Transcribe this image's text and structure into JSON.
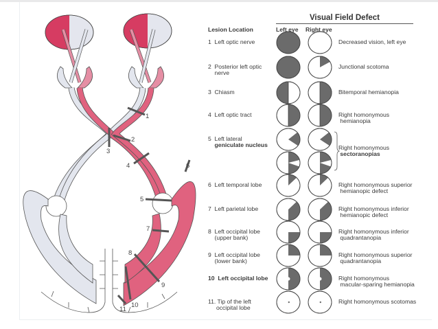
{
  "header": {
    "title": "Visual Field Defect",
    "lesion_location": "Lesion Location",
    "left_eye": "Left eye",
    "right_eye": "Right eye"
  },
  "colors": {
    "affected_pathway": "#e0627f",
    "eye_nasal": "#d63c62",
    "unaffected_pathway": "#e3e6ee",
    "defect_fill": "#6b6b6b"
  },
  "diagram_labels": [
    "1",
    "2",
    "3",
    "4",
    "5",
    "6",
    "7",
    "8",
    "9",
    "10",
    "11"
  ],
  "rows": [
    {
      "location": [
        "1  Left optic nerve"
      ],
      "left_defect": "full",
      "right_defect": "none",
      "description": [
        "Decreased vision, left eye"
      ]
    },
    {
      "location": [
        "2  Posterior left optic",
        "    nerve"
      ],
      "left_defect": "full",
      "right_defect": "junctional-wedge",
      "description": [
        "Junctional scotoma"
      ]
    },
    {
      "location": [
        "3  Chiasm"
      ],
      "left_defect": "left-half",
      "right_defect": "right-half",
      "description": [
        "Bitemporal hemianopia"
      ]
    },
    {
      "location": [
        "4  Left optic tract"
      ],
      "left_defect": "right-half",
      "right_defect": "right-half",
      "description": [
        "Right homonymous",
        " hemianopia"
      ]
    },
    {
      "location": [
        "5  Left lateral",
        "    geniculate nucleus"
      ],
      "left_defect": "sector-wedge",
      "right_defect": "sector-wedge",
      "description": [
        "Right homonymous",
        " sectoranopias"
      ]
    },
    {
      "location": [],
      "left_defect": "right-half-notched",
      "right_defect": "right-half-notched",
      "description": []
    },
    {
      "location": [
        "6  Left temporal lobe"
      ],
      "left_defect": "superior-small-wedge",
      "right_defect": "superior-small-wedge",
      "description": [
        "Right homonymous superior",
        " hemianopic defect"
      ]
    },
    {
      "location": [
        "7  Left parietal lobe"
      ],
      "left_defect": "inferior-large",
      "right_defect": "inferior-large",
      "description": [
        "Right homonymous inferior",
        " hemianopic defect"
      ]
    },
    {
      "location": [
        "8  Left occipital lobe",
        "    (upper bank)"
      ],
      "left_defect": "inferior-quadrant",
      "right_defect": "inferior-quadrant",
      "description": [
        "Right homonymous inferior",
        " quadrantanopia"
      ]
    },
    {
      "location": [
        "9  Left occipital lobe",
        "    (lower bank)"
      ],
      "left_defect": "superior-quadrant",
      "right_defect": "superior-quadrant",
      "description": [
        "Right homonymous superior",
        " quadrantanopia"
      ]
    },
    {
      "location": [
        "10  Left occipital lobe"
      ],
      "left_defect": "macular-sparing-half",
      "right_defect": "macular-sparing-half",
      "description": [
        "Right homonymous",
        " macular-sparing hemianopia"
      ]
    },
    {
      "location": [
        "11. Tip of the left",
        "     occipital lobe"
      ],
      "left_defect": "central-dot",
      "right_defect": "central-dot",
      "description": [
        "Right homonymous scotomas"
      ]
    }
  ]
}
